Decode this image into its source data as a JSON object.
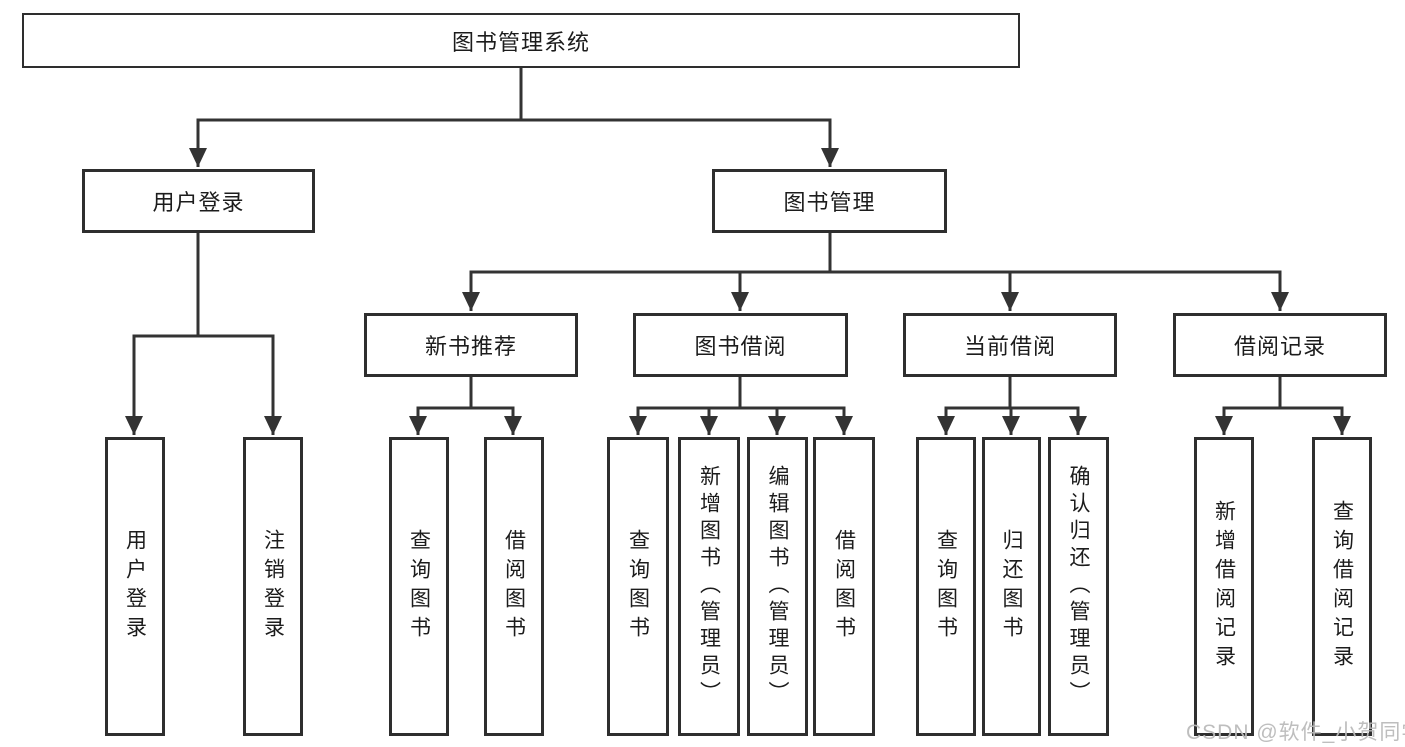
{
  "diagram": {
    "root": {
      "label": "图书管理系统"
    },
    "level2": {
      "user_login": {
        "label": "用户登录"
      },
      "book_management": {
        "label": "图书管理"
      }
    },
    "level3": {
      "new_book_recommend": {
        "label": "新书推荐"
      },
      "book_borrowing": {
        "label": "图书借阅"
      },
      "current_borrowing": {
        "label": "当前借阅"
      },
      "borrowing_records": {
        "label": "借阅记录"
      }
    },
    "leaves": [
      {
        "label": "用户登录",
        "parent": "用户登录"
      },
      {
        "label": "注销登录",
        "parent": "用户登录"
      },
      {
        "label": "查询图书",
        "parent": "新书推荐"
      },
      {
        "label": "借阅图书",
        "parent": "新书推荐"
      },
      {
        "label": "查询图书",
        "parent": "图书借阅"
      },
      {
        "label": "新增图书（管理员）",
        "parent": "图书借阅"
      },
      {
        "label": "编辑图书（管理员）",
        "parent": "图书借阅"
      },
      {
        "label": "借阅图书",
        "parent": "图书借阅"
      },
      {
        "label": "查询图书",
        "parent": "当前借阅"
      },
      {
        "label": "归还图书",
        "parent": "当前借阅"
      },
      {
        "label": "确认归还（管理员）",
        "parent": "当前借阅"
      },
      {
        "label": "新增借阅记录",
        "parent": "借阅记录"
      },
      {
        "label": "查询借阅记录",
        "parent": "借阅记录"
      }
    ]
  },
  "watermark": {
    "text": "CSDN @软件_小贺同学",
    "color": "#bbbbbb"
  },
  "colors": {
    "line": "#333333",
    "box_border": "#2e2e2e",
    "text": "#1c1c1c",
    "background": "#ffffff"
  }
}
